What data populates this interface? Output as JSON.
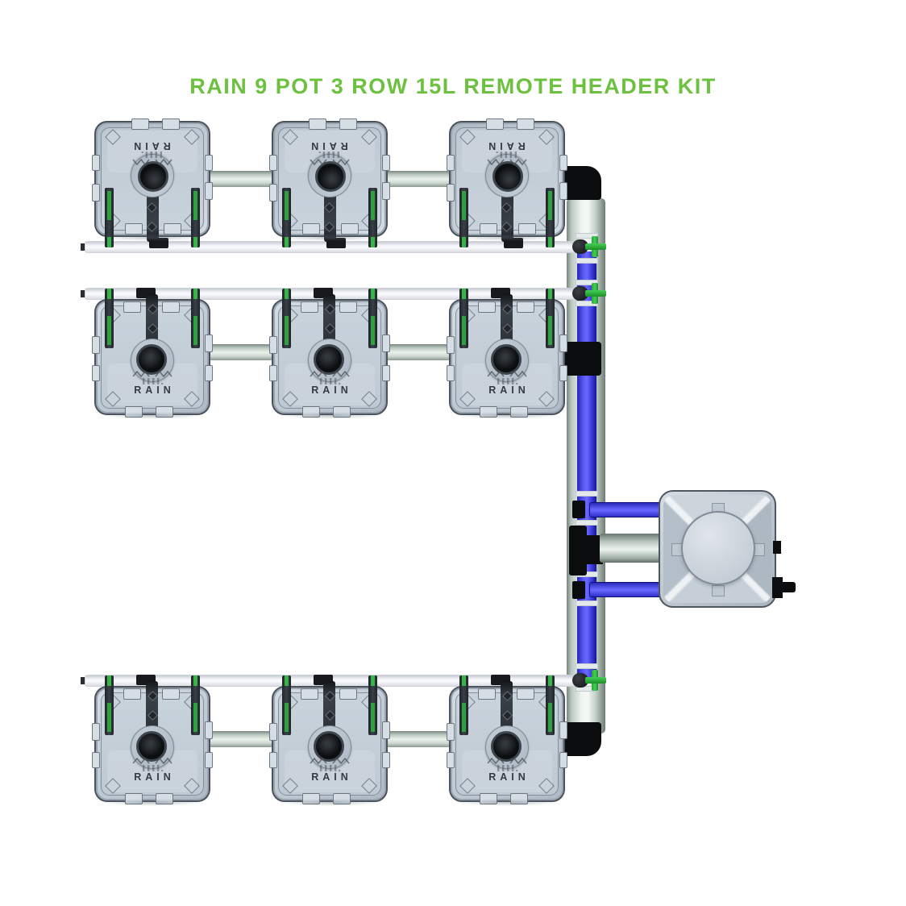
{
  "title": {
    "text": "RAIN 9 POT 3 ROW 15L REMOTE HEADER KIT",
    "color": "#6cc13f"
  },
  "pot": {
    "label": "RAIN"
  },
  "system": {
    "total_pots": 9,
    "rows": [
      {
        "name": "row-1",
        "pot_count": 3,
        "orientation": "inverted"
      },
      {
        "name": "row-2",
        "pot_count": 3,
        "orientation": "upright"
      },
      {
        "name": "row-3",
        "pot_count": 3,
        "orientation": "upright"
      }
    ],
    "header_tank": {
      "label": "remote-header-tank"
    },
    "colors": {
      "title_green": "#6cc13f",
      "fitting_green": "#2fb23b",
      "feed_blue": "#4a4aec",
      "pipe_silver": "#e9f0ea",
      "return_white": "#f2f3f7",
      "fitting_black": "#0b0c0e",
      "pot_gray": "#c3cdd7"
    }
  }
}
